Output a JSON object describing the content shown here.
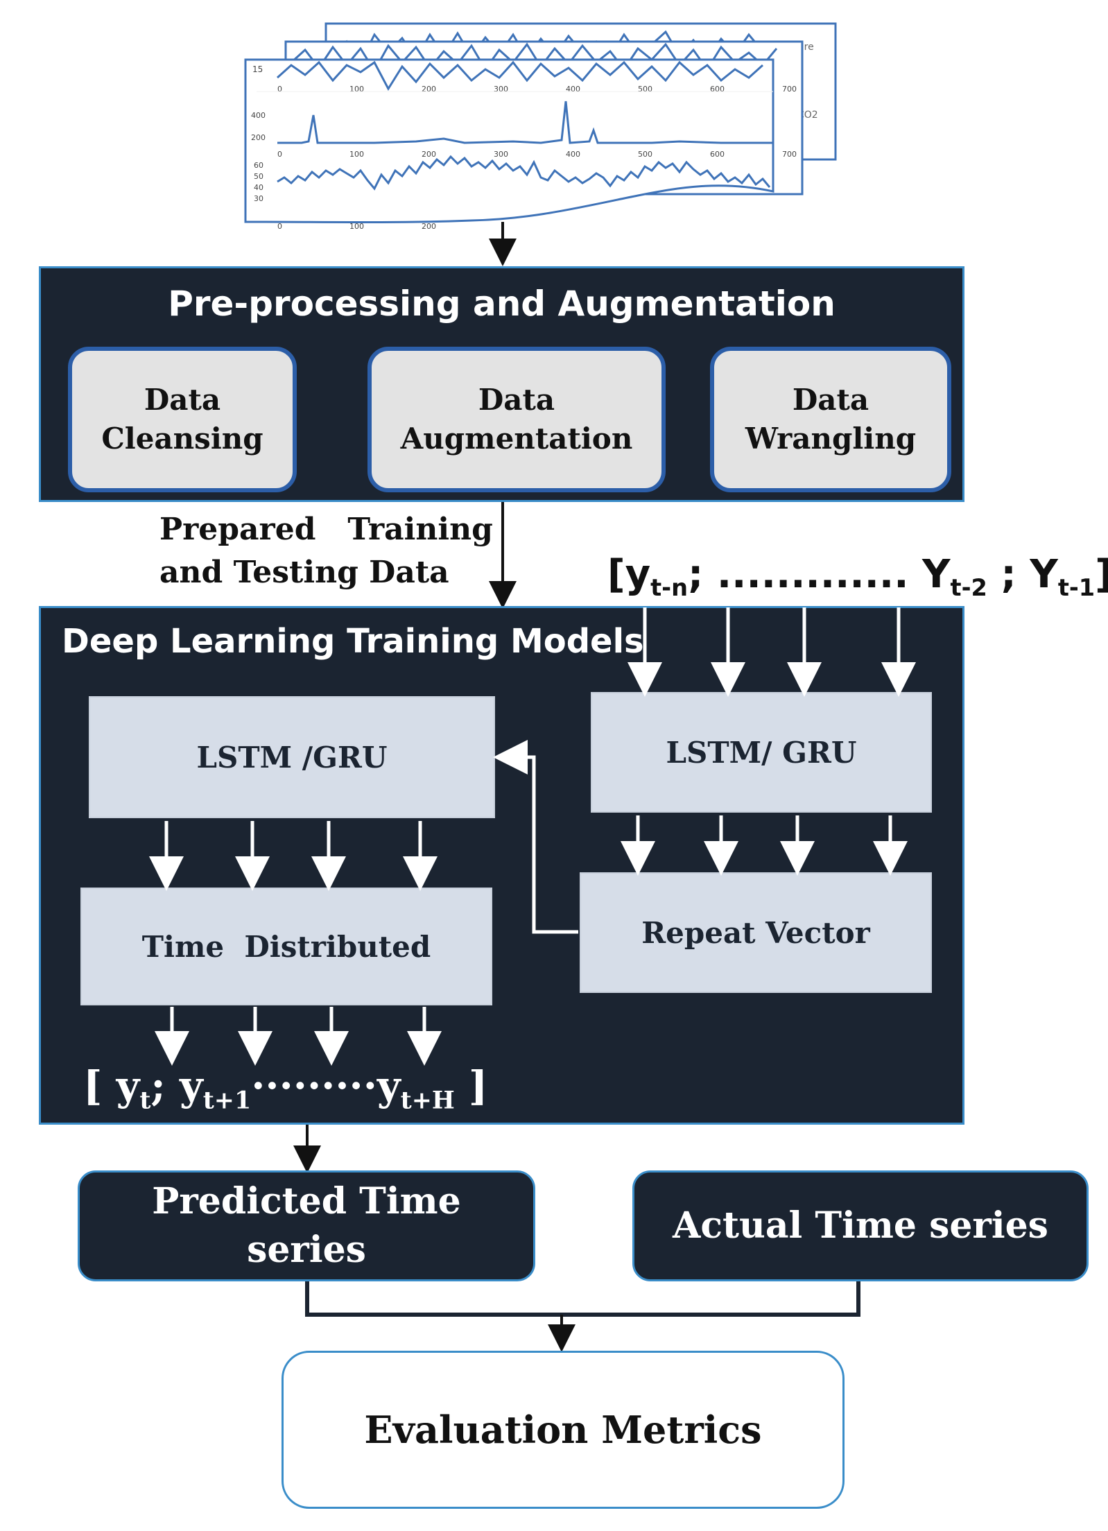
{
  "chart_panel": {
    "front_ticks_row1": [
      "0",
      "100",
      "200",
      "300",
      "400",
      "500",
      "600",
      "700"
    ],
    "front_ticks_row2": [
      "0",
      "100",
      "200",
      "300",
      "400",
      "500",
      "600",
      "700"
    ],
    "front_ticks_row3": [
      "0",
      "100",
      "200"
    ],
    "row1_ytick": "15",
    "row2_yticks": [
      "400",
      "200"
    ],
    "row3_yticks": [
      "60",
      "50",
      "40",
      "30"
    ],
    "label_temperature": "Temperature",
    "label_co2": "CO2"
  },
  "preprocessing": {
    "title": "Pre-processing and Augmentation",
    "step1": "Data Cleansing",
    "step2": "Data Augmentation",
    "step3": "Data Wrangling"
  },
  "prepared_label_line1": "Prepared   Training",
  "prepared_label_line2": "and Testing Data",
  "input_sequence": {
    "open": "[y",
    "sub1": "t-n",
    "mid": "; ............. Y",
    "sub2": "t-2",
    "mid2": " ; Y",
    "sub3": "t-1",
    "close": "]"
  },
  "deep_learning": {
    "title": "Deep Learning Training Models",
    "decoder_label": "LSTM /GRU",
    "encoder_label": "LSTM/ GRU",
    "time_distributed_label": "Time  Distributed",
    "repeat_vector_label": "Repeat Vector"
  },
  "output_sequence": {
    "open": "[ y",
    "sub1": "t",
    "mid": "; y",
    "sub2": "t+1",
    "dots": "·········y",
    "sub3": "t+H",
    "close": " ]"
  },
  "predicted_label": "Predicted Time series",
  "actual_label": "Actual Time series",
  "evaluation_label": "Evaluation Metrics",
  "colors": {
    "panel_bg": "#1b2431",
    "panel_border": "#3a8dc9",
    "rounded_box_border": "#2c5ea8",
    "light_box": "#d6dde8",
    "chart_line": "#3f73b8"
  }
}
